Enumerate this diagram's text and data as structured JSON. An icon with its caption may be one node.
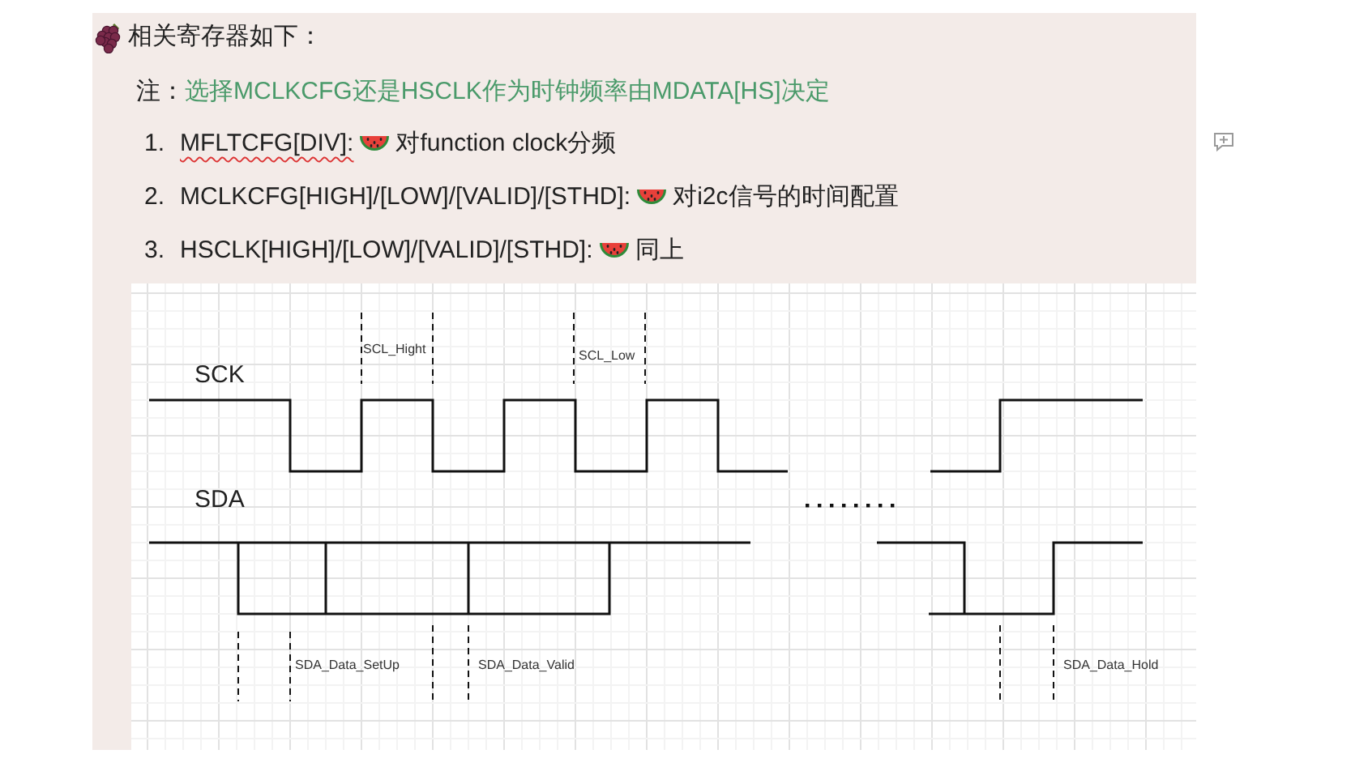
{
  "diagram": {
    "labels": [
      "相关寄存器如下：",
      "注：",
      "选择MCLKCFG还是HSCLK作为时钟频率由MDATA[HS]决定",
      "1.",
      "MFLTCFG[DIV]:",
      "对function clock分频",
      "2.",
      "MCLKCFG[HIGH]/[LOW]/[VALID]/[STHD]:",
      "对i2c信号的时间配置",
      "3.",
      "HSCLK[HIGH]/[LOW]/[VALID]/[STHD]:",
      "同上",
      "SCL_Hight",
      "SCL_Low",
      "SCK",
      "SDA",
      "SDA_Data_SetUp",
      "SDA_Data_Valid",
      "SDA_Data_Hold"
    ]
  }
}
